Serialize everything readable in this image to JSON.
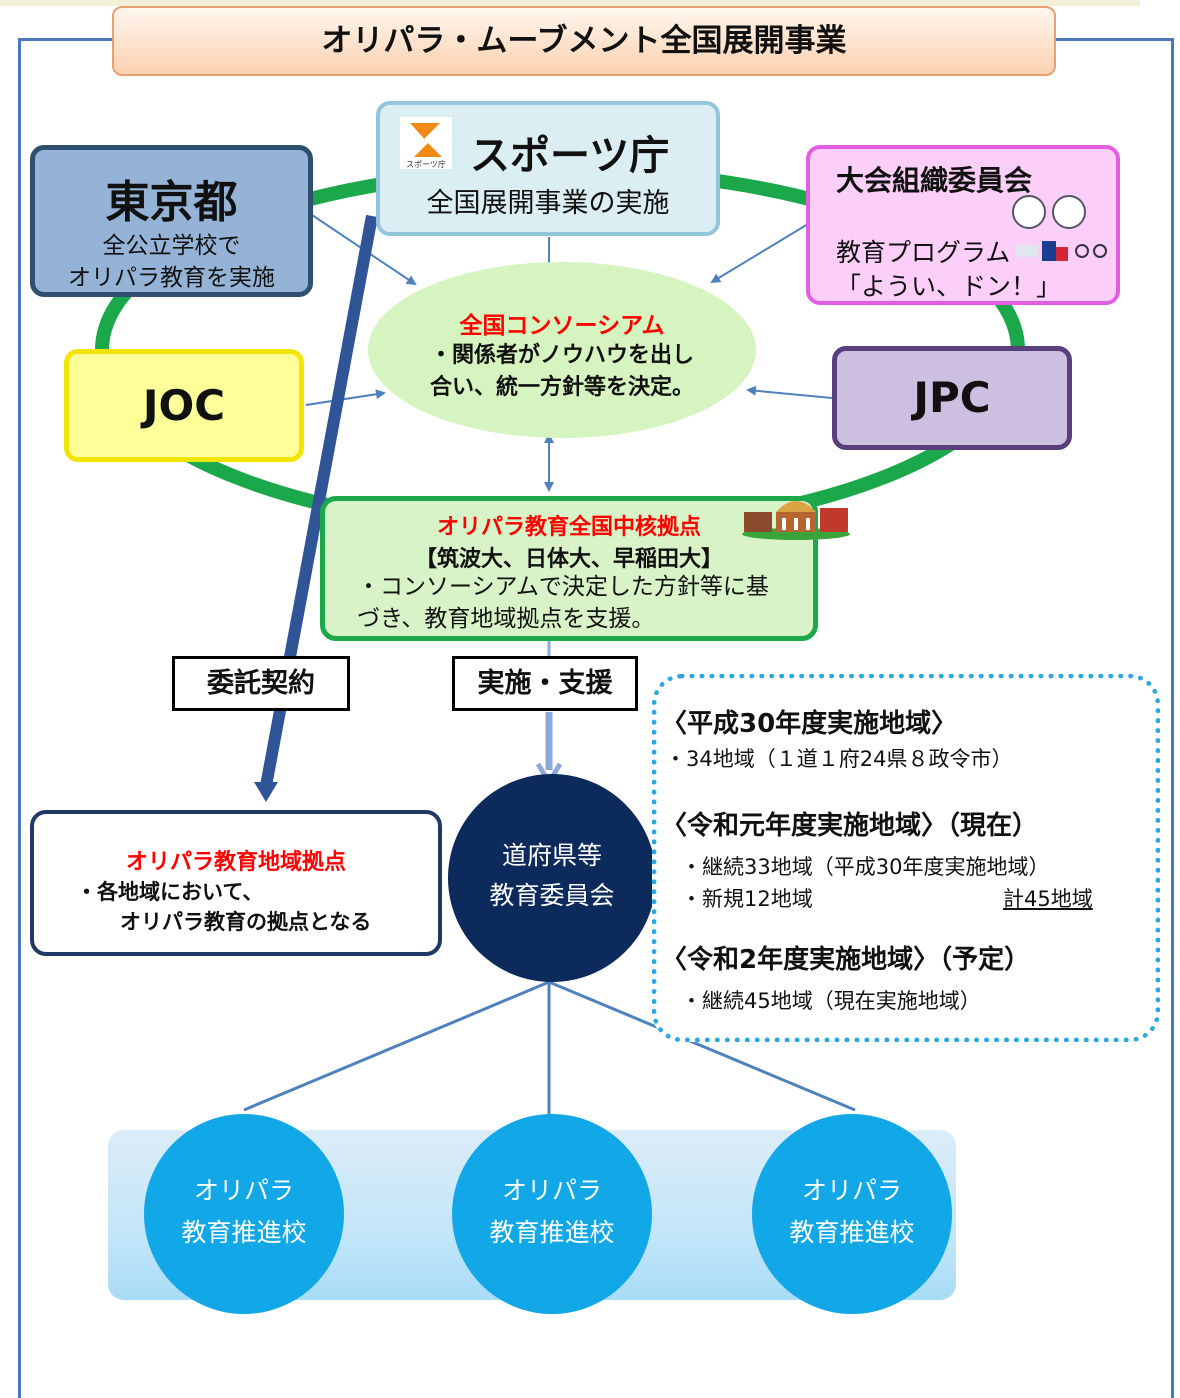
{
  "title": "オリパラ・ムーブメント全国展開事業",
  "tokyo": {
    "name": "東京都",
    "line1": "全公立学校で",
    "line2": "オリパラ教育を実施"
  },
  "sports_agency": {
    "logo_caption": "スポーツ庁",
    "name": "スポーツ庁",
    "subtitle": "全国展開事業の実施"
  },
  "organizing": {
    "name": "大会組織委員会",
    "line1": "教育プログラム",
    "line2": "「ようい、ドン！」"
  },
  "joc": {
    "name": "JOC"
  },
  "jpc": {
    "name": "JPC"
  },
  "consortium": {
    "title": "全国コンソーシアム",
    "line1": "・関係者がノウハウを出し",
    "line2": "合い、統一方針等を決定。"
  },
  "core_hub": {
    "title": "オリパラ教育全国中核拠点",
    "members": "【筑波大、日体大、早稲田大】",
    "line1": "・コンソーシアムで決定した方針等に基",
    "line2": "づき、教育地域拠点を支援。"
  },
  "labels": {
    "contract": "委託契約",
    "support": "実施・支援"
  },
  "regional_hub": {
    "title": "オリパラ教育地域拠点",
    "line1": "・各地域において、",
    "line2": "オリパラ教育の拠点となる"
  },
  "prefecture": {
    "line1": "道府県等",
    "line2": "教育委員会"
  },
  "areas": {
    "h30_title": "〈平成30年度実施地域〉",
    "h30_line": "・34地域（１道１府24県８政令市）",
    "r1_title": "〈令和元年度実施地域〉（現在）",
    "r1_line1": "・継続33地域（平成30年度実施地域）",
    "r1_line2": "・新規12地域",
    "r1_total": "計45地域",
    "r2_title": "〈令和2年度実施地域〉（予定）",
    "r2_line": "・継続45地域（現在実施地域）"
  },
  "schools": [
    {
      "line1": "オリパラ",
      "line2": "教育推進校"
    },
    {
      "line1": "オリパラ",
      "line2": "教育推進校"
    },
    {
      "line1": "オリパラ",
      "line2": "教育推進校"
    }
  ],
  "colors": {
    "ring": "#1aa84a",
    "arrow": "#4f81bd",
    "frame": "#4a78b8",
    "emphasis": "#ff0000"
  }
}
